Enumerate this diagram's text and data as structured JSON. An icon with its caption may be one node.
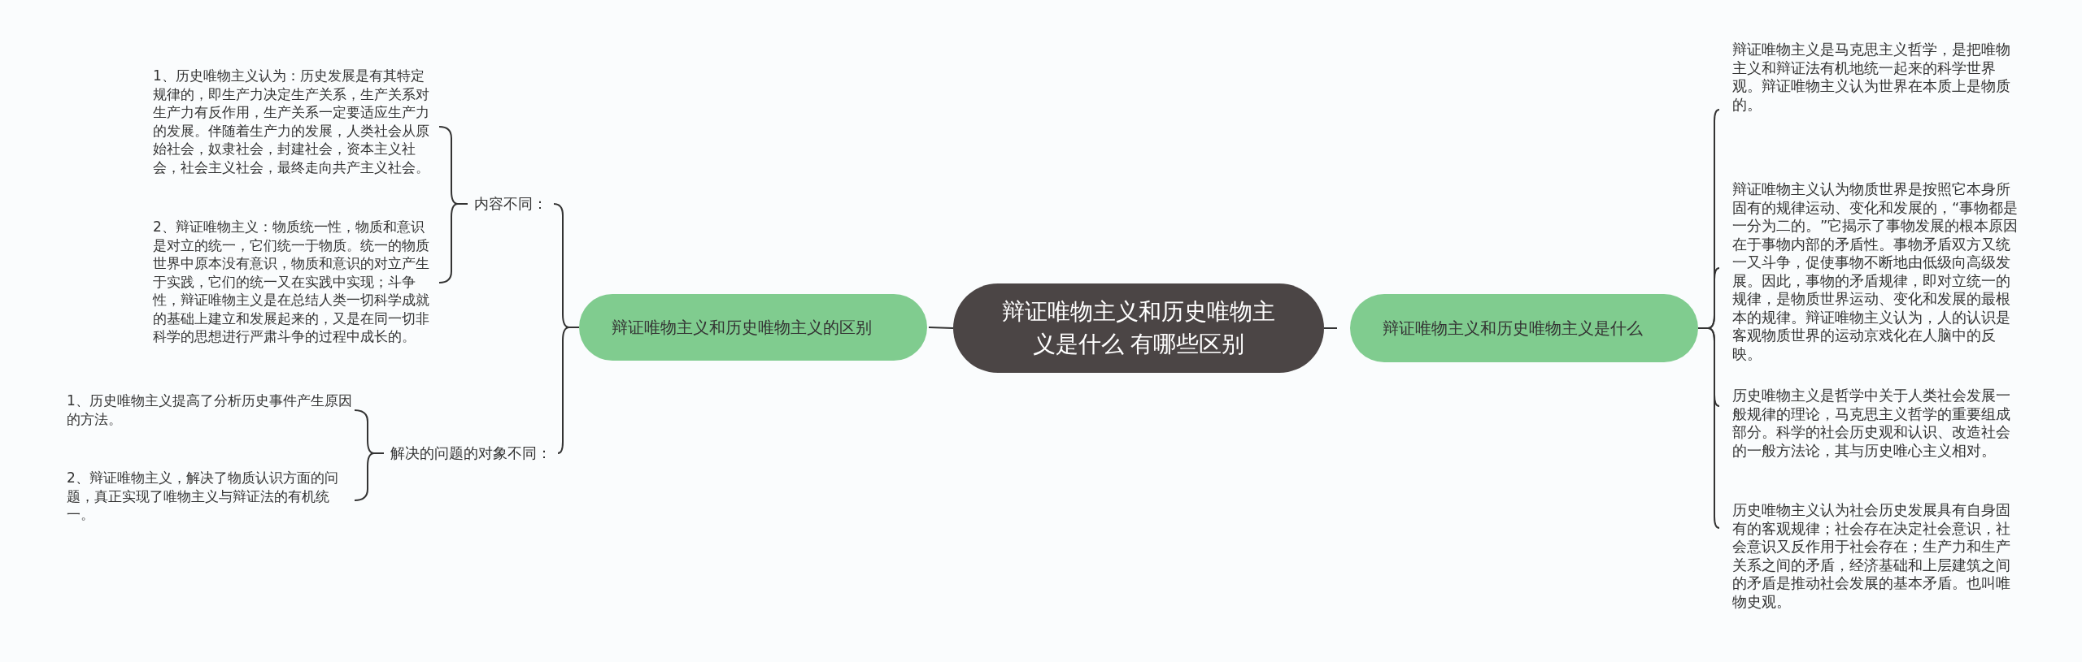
{
  "diagram": {
    "nodes": [
      {
        "text": [
          "辩证唯物主义和历史唯物主义是什么 有哪些区别"
        ]
      },
      {
        "text": [
          "辩证唯物主义和历史唯物主义的区别"
        ]
      },
      {
        "text": [
          "内容不同："
        ]
      },
      {
        "text": [
          "1、历史唯物主义认为：历史发展是有其特定规律的，即生产力决定生产关系，生产关系对生产力有反作用，生产关系一定要适应生产力的发展。伴随着生产力的发展，人类社会从原始社会，奴隶社会，封建社会，资本主义社会，社会主义社会，最终走向共产主义社会。"
        ]
      },
      {
        "text": [
          "2、辩证唯物主义：物质统一性，物质和意识是对立的统一，它们统一于物质。统一的物质世界中原本没有意识，物质和意识的对立产生于实践，它们的统一又在实践中实现；斗争性，辩证唯物主义是在总结人类一切科学成就的基础上建立和发展起来的，又是在同一切非科学的思想进行严肃斗争的过程中成长的。"
        ]
      },
      {
        "text": [
          "解决的问题的对象不同："
        ]
      },
      {
        "text": [
          "1、历史唯物主义提高了分析历史事件产生原因的方法。"
        ]
      },
      {
        "text": [
          "2、辩证唯物主义，解决了物质认识方面的问题，真正实现了唯物主义与辩证法的有机统一。"
        ]
      },
      {
        "text": [
          "辩证唯物主义和历史唯物主义是什么"
        ]
      },
      {
        "text": [
          "辩证唯物主义是马克思主义哲学，是把唯物主义和辩证法有机地统一起来的科学世界观。辩证唯物主义认为世界在本质上是物质的。"
        ]
      },
      {
        "text": [
          "辩证唯物主义认为物质世界是按照它本身所固有的规律运动、变化和发展的，“事物都是一分为二的。”它揭示了事物发展的根本原因在于事物内部的矛盾性。事物矛盾双方又统一又斗争，促使事物不断地由低级向高级发展。因此，事物的矛盾规律，即对立统一的规律，是物质世界运动、变化和发展的最根本的规律。辩证唯物主义认为，人的认识是客观物质世界的运动京戏化在人脑中的反映。"
        ]
      },
      {
        "text": [
          "历史唯物主义是哲学中关于人类社会发展一般规律的理论，马克思主义哲学的重要组成部分。科学的社会历史观和认识、改造社会的一般方法论，其与历史唯心主义相对。"
        ]
      },
      {
        "text": [
          "历史唯物主义认为社会历史发展具有自身固有的客观规律；社会存在决定社会意识，社会意识又反作用于社会存在；生产力和生产关系之间的矛盾，经济基础和上层建筑之间的矛盾是推动社会发展的基本矛盾。也叫唯物史观。"
        ]
      }
    ],
    "edges": [
      {
        "from": 0,
        "to": 1,
        "arrow": "none"
      },
      {
        "from": 1,
        "to": 2,
        "arrow": "none"
      },
      {
        "from": 2,
        "to": 3,
        "arrow": "none"
      },
      {
        "from": 2,
        "to": 4,
        "arrow": "none"
      },
      {
        "from": 1,
        "to": 5,
        "arrow": "none"
      },
      {
        "from": 5,
        "to": 6,
        "arrow": "none"
      },
      {
        "from": 5,
        "to": 7,
        "arrow": "none"
      },
      {
        "from": 0,
        "to": 8,
        "arrow": "none"
      },
      {
        "from": 8,
        "to": 9,
        "arrow": "none"
      },
      {
        "from": 8,
        "to": 10,
        "arrow": "none"
      },
      {
        "from": 8,
        "to": 11,
        "arrow": "none"
      },
      {
        "from": 8,
        "to": 12,
        "arrow": "none"
      }
    ]
  }
}
